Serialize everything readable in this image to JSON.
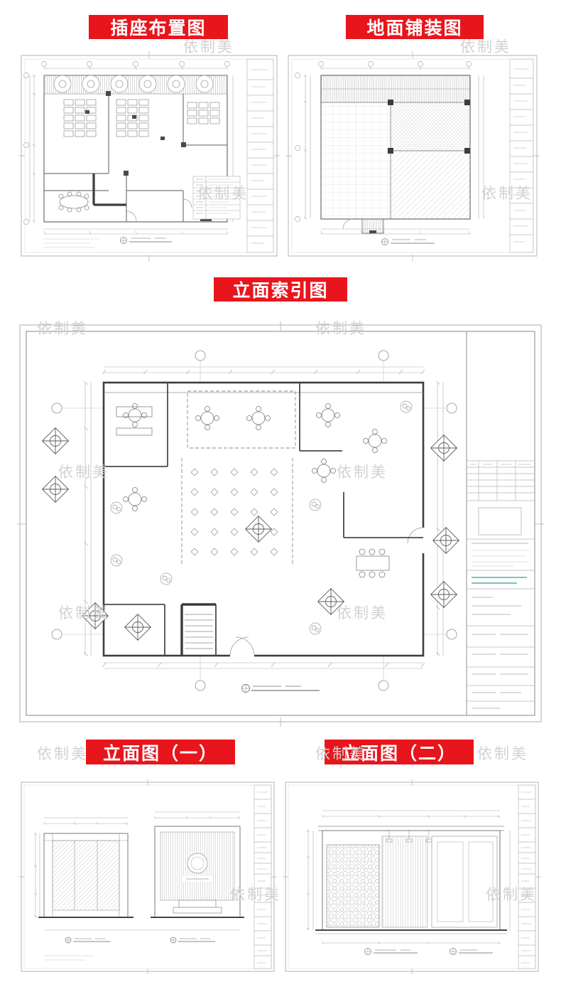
{
  "banners": {
    "background_color": "#e9151c",
    "text_color": "#ffffff",
    "socket_layout": "插座布置图",
    "floor_paving": "地面铺装图",
    "elevation_index": "立面索引图",
    "elevation_one": "立面图（一）",
    "elevation_two": "立面图（二）"
  },
  "watermark": {
    "text": "依制美",
    "color": "#d2d2d2"
  },
  "colors": {
    "drawing_line": "#8f8f8f",
    "drawing_dark_line": "#3e3e3e",
    "title_block_accent": "#2f9e99"
  }
}
